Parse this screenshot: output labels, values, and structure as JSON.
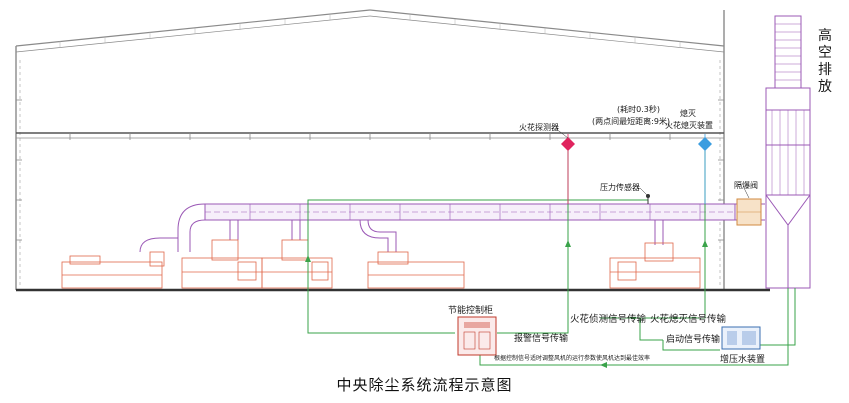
{
  "labels": {
    "stack_title": [
      "高",
      "空",
      "排",
      "放"
    ],
    "timing_line1": "(耗时0.3秒)",
    "timing_line2": "(两点间最短距离:9米)",
    "extinguisher_top": "熄灭",
    "extinguisher": "火花熄灭装置",
    "spark_detector": "火花探测器",
    "pressure_sensor": "压力传感器",
    "isolation_valve": "隔爆阀",
    "control_cabinet": "节能控制柜",
    "alarm_signal": "报警信号传输",
    "spark_detect_signal": "火花侦测信号传输",
    "spark_extinguish_signal": "火花熄灭信号传输",
    "start_signal": "启动信号传输",
    "booster_pump": "增压水装置",
    "bottom_note": "根据控制信号适时调整风机的运行参数使风机达到最佳效率"
  },
  "caption": "中央除尘系统流程示意图",
  "colors": {
    "building": "#6d6d6d",
    "duct": "#9b59b6",
    "machine": "#e0674a",
    "signal": "#3aa34a",
    "spark": "#e0245e",
    "extinguisher": "#3b9de0"
  }
}
